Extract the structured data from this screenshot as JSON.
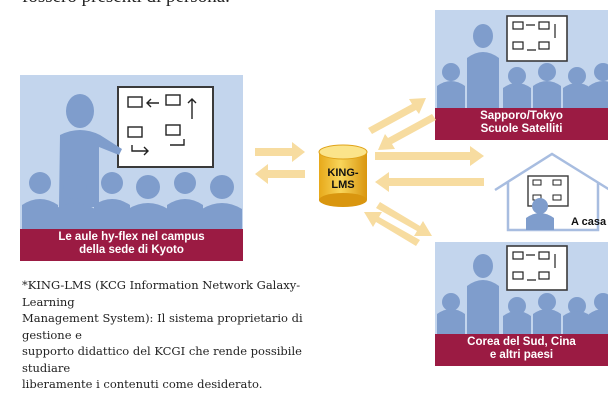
{
  "intro_text": "fossero presenti di persona.",
  "center": {
    "line1": "KING-",
    "line2": "LMS"
  },
  "kyoto": {
    "line1": "Le aule hy-flex nel campus",
    "line2": "della sede di Kyoto"
  },
  "sapporo": {
    "line1": "Sapporo/Tokyo",
    "line2": "Scuole Satelliti"
  },
  "home": {
    "label": "A casa"
  },
  "korea": {
    "line1": "Corea del Sud, Cina",
    "line2": "e altri paesi"
  },
  "footnote": {
    "line1": "*KING-LMS (KCG Information Network Galaxy-Learning",
    "line2": "Management System): Il sistema proprietario di gestione e",
    "line3": "supporto didattico del KCGI che rende possibile studiare",
    "line4": "liberamente i contenuti come desiderato."
  },
  "colors": {
    "panel": "#c3d5ed",
    "silhouette": "#7f9dcc",
    "label": "#9b1b43",
    "arrow": "#f7dca0",
    "cylinder": "#f2c335"
  }
}
